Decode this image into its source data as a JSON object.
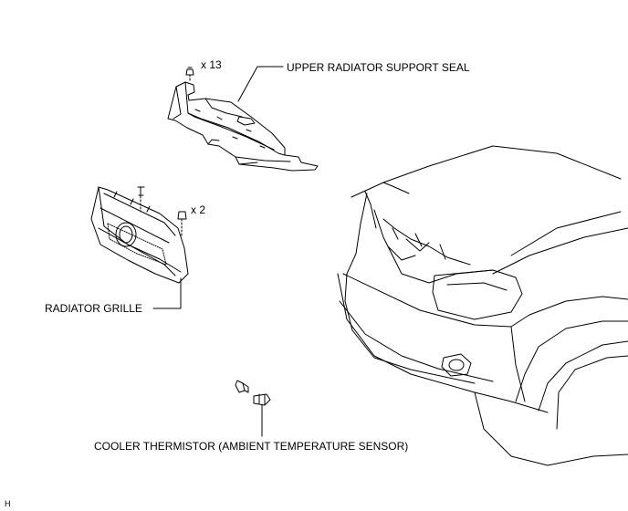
{
  "labels": {
    "upper_seal": "UPPER RADIATOR SUPPORT SEAL",
    "grille": "RADIATOR GRILLE",
    "thermistor": "COOLER THERMISTOR (AMBIENT TEMPERATURE SENSOR)"
  },
  "quantities": {
    "seal_clips": "x 13",
    "grille_clips": "x 2"
  },
  "corner_code": "H"
}
